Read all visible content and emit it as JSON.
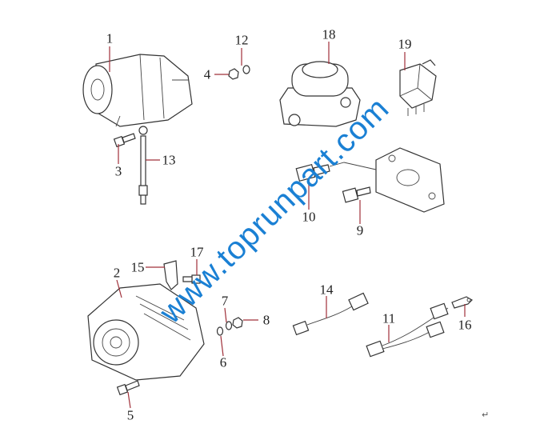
{
  "diagram": {
    "labels": [
      "1",
      "2",
      "3",
      "4",
      "5",
      "6",
      "7",
      "8",
      "9",
      "10",
      "11",
      "12",
      "13",
      "14",
      "15",
      "16",
      "17",
      "18",
      "19"
    ],
    "watermark": "www.toprunpart.com",
    "return_mark": "↵",
    "colors": {
      "leader": "#a0303a",
      "watermark": "#1a80d4",
      "line": "#333333"
    }
  }
}
